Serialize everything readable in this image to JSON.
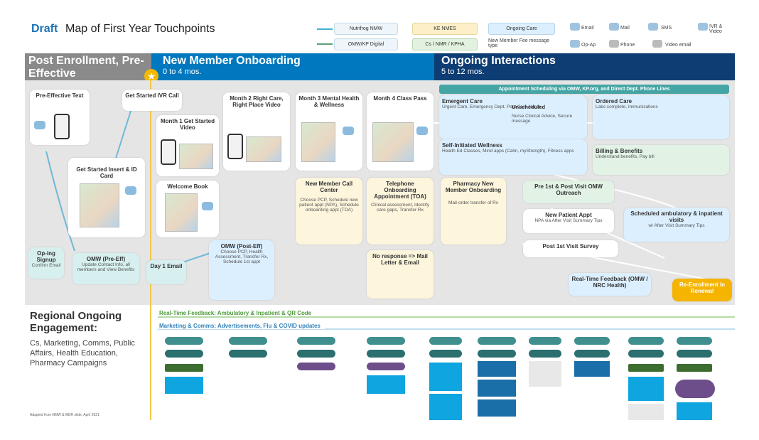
{
  "header": {
    "draft": "Draft",
    "title": "Map of First Year Touchpoints"
  },
  "legend": {
    "lines": [
      "Nutrifrog NMW",
      "OMW/KP Digital"
    ],
    "pills": [
      "KE NMES",
      "Cs / NMR / KPHA",
      "Ongoing Care",
      "New Member Fee message type"
    ],
    "icons": [
      "Email",
      "Mail",
      "SMS",
      "IVR & Video",
      "Op-Ap",
      "Phone",
      "Video email"
    ]
  },
  "phases": {
    "p1": {
      "title": "Post Enrollment, Pre-Effective"
    },
    "p2": {
      "title": "New Member Onboarding",
      "sub": "0 to 4 mos."
    },
    "p3": {
      "title": "Ongoing Interactions",
      "sub": "5 to 12 mos."
    }
  },
  "cards": {
    "pre_effective": {
      "title": "Pre-Effective Text"
    },
    "get_started_ivr": {
      "title": "Get Started IVR Call"
    },
    "insert_id": {
      "title": "Get Started Insert & ID Card"
    },
    "month1": {
      "title": "Month 1 Get Started Video"
    },
    "welcome_book": {
      "title": "Welcome Book"
    },
    "month2": {
      "title": "Month 2 Right Care, Right Place Video"
    },
    "month3": {
      "title": "Month 3 Mental Health & Wellness"
    },
    "month4": {
      "title": "Month 4 Class Pass"
    },
    "op_sign": {
      "title": "Op-ing Signup",
      "sub": "Confirm Email"
    },
    "omw_pre": {
      "title": "OMW (Pre-Eff)",
      "sub": "Update Contact Info, all members and View Benefits"
    },
    "day1_email": {
      "title": "Day 1 Email"
    },
    "omw_post": {
      "title": "OMW (Post-Eff)",
      "sub": "Choose PCP, Health Assessment, Transfer Rx, Schedule 1st appt"
    },
    "nm_call": {
      "title": "New Member Call Center",
      "sub": "Choose PCP, Schedule new patient appt (NPA), Schedule onboarding appt (TOA)"
    },
    "tel_onboard": {
      "title": "Telephone Onboarding Appointment (TOA)",
      "sub": "Clinical assessment, Identify care gaps, Transfer Rx"
    },
    "pharmacy": {
      "title": "Pharmacy New Member Onboarding",
      "sub": "Mail-order transfer of Rx"
    },
    "no_response": {
      "title": "No response => Mail Letter & Email"
    },
    "appt_banner": {
      "title": "Appointment Scheduling via OMW, KP.org, and Direct Dept. Phone Lines"
    },
    "emergent": {
      "title": "Emergent Care",
      "sub": "Urgent Care, Emergency Dept, Post Care Nurse"
    },
    "unscheduled": {
      "title": "Unscheduled",
      "sub": "Nurse Clinical Advice, Secure message"
    },
    "ordered": {
      "title": "Ordered Care",
      "sub": "Labs complete, Immunizations"
    },
    "self_wellness": {
      "title": "Self-Initiated Wellness",
      "sub": "Health Ed Classes, Mind apps (Calm, myStrength), Fitness apps"
    },
    "billing": {
      "title": "Billing & Benefits",
      "sub": "Understand benefits, Pay bill"
    },
    "pre_visit": {
      "title": "Pre 1st & Post Visit OMW Outreach"
    },
    "npa": {
      "title": "New Patient Appt",
      "sub": "NPA via After Visit Summary Tips"
    },
    "post_survey": {
      "title": "Post 1st Visit Survey"
    },
    "scheduled_amb": {
      "title": "Scheduled ambulatory & inpatient visits",
      "sub": "w/ After Visit Summary Tips"
    },
    "rt_feedback": {
      "title": "Real-Time Feedback (OMW / NRC Health)"
    },
    "reenroll": {
      "title": "Re-Enrollment in Renewal"
    }
  },
  "regional": {
    "title": "Regional Ongoing Engagement:",
    "sub": "Cs, Marketing, Comms, Public Affairs, Health Education, Pharmacy Campaigns",
    "stream1": "Real-Time Feedback: Ambulatory & Inpatient & QR Code",
    "stream2": "Marketing & Comms: Advertisements, Flu & COVID updates",
    "footnote": "Adapted from NMW & MER slide, April 2021"
  },
  "colors": {
    "accent": "#1a73b8",
    "phase1": "#8a8a8a",
    "phase2": "#0078bf",
    "phase3": "#0d3d73",
    "cyan": "#0ea5e0",
    "teal": "#3f8f8f"
  }
}
